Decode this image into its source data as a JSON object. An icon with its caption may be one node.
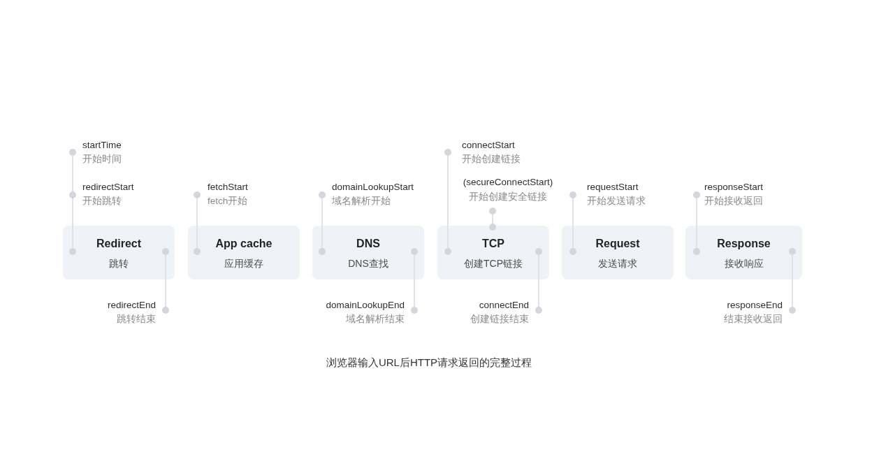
{
  "diagram": {
    "caption": "浏览器输入URL后HTTP请求返回的完整过程",
    "nodes": [
      {
        "text": [
          "startTime",
          "开始时间"
        ]
      },
      {
        "text": [
          "redirectStart",
          "开始跳转"
        ]
      },
      {
        "text": [
          "Redirect",
          "跳转"
        ]
      },
      {
        "text": [],
        "shape": "circle",
        "in": 2
      },
      {
        "text": [],
        "shape": "circle",
        "in": 2
      },
      {
        "text": [
          "redirectEnd",
          "跳转结束"
        ]
      },
      {
        "text": [
          "fetchStart",
          "fetch开始"
        ]
      },
      {
        "text": [
          "App cache",
          "应用缓存"
        ]
      },
      {
        "text": [],
        "shape": "circle",
        "in": 7
      },
      {
        "text": [
          "domainLookupStart",
          "域名解析开始"
        ]
      },
      {
        "text": [
          "DNS",
          "DNS查找"
        ]
      },
      {
        "text": [],
        "shape": "circle",
        "in": 10
      },
      {
        "text": [],
        "shape": "circle",
        "in": 10
      },
      {
        "text": [
          "domainLookupEnd",
          "域名解析结束"
        ]
      },
      {
        "text": [
          "connectStart",
          "开始创建链接"
        ]
      },
      {
        "text": [
          "(secureConnectStart)",
          "开始创建安全链接"
        ]
      },
      {
        "text": [
          "TCP",
          "创建TCP链接"
        ]
      },
      {
        "text": [],
        "shape": "circle",
        "in": 16
      },
      {
        "text": [],
        "shape": "circle"
      },
      {
        "text": [],
        "shape": "circle",
        "in": 16
      },
      {
        "text": [
          "connectEnd",
          "创建链接结束"
        ]
      },
      {
        "text": [
          "requestStart",
          "开始发送请求"
        ]
      },
      {
        "text": [
          "Request",
          "发送请求"
        ]
      },
      {
        "text": [],
        "shape": "circle",
        "in": 22
      },
      {
        "text": [
          "responseStart",
          "开始接收返回"
        ]
      },
      {
        "text": [
          "Response",
          "接收响应"
        ]
      },
      {
        "text": [],
        "shape": "circle",
        "in": 25
      },
      {
        "text": [],
        "shape": "circle",
        "in": 25
      },
      {
        "text": [
          "responseEnd",
          "结束接收返回"
        ]
      }
    ],
    "edges": [
      {
        "from": 0,
        "to": 3,
        "arrow": "other"
      },
      {
        "from": 1,
        "to": 3,
        "arrow": "other"
      },
      {
        "from": 5,
        "to": 4,
        "arrow": "other"
      },
      {
        "from": 6,
        "to": 8,
        "arrow": "other"
      },
      {
        "from": 9,
        "to": 11,
        "arrow": "other"
      },
      {
        "from": 13,
        "to": 12,
        "arrow": "other"
      },
      {
        "from": 14,
        "to": 17,
        "arrow": "other"
      },
      {
        "from": 15,
        "to": 18,
        "arrow": "other"
      },
      {
        "from": 20,
        "to": 19,
        "arrow": "other"
      },
      {
        "from": 21,
        "to": 23,
        "arrow": "other"
      },
      {
        "from": 24,
        "to": 26,
        "arrow": "other"
      },
      {
        "from": 28,
        "to": 27,
        "arrow": "other"
      }
    ]
  }
}
